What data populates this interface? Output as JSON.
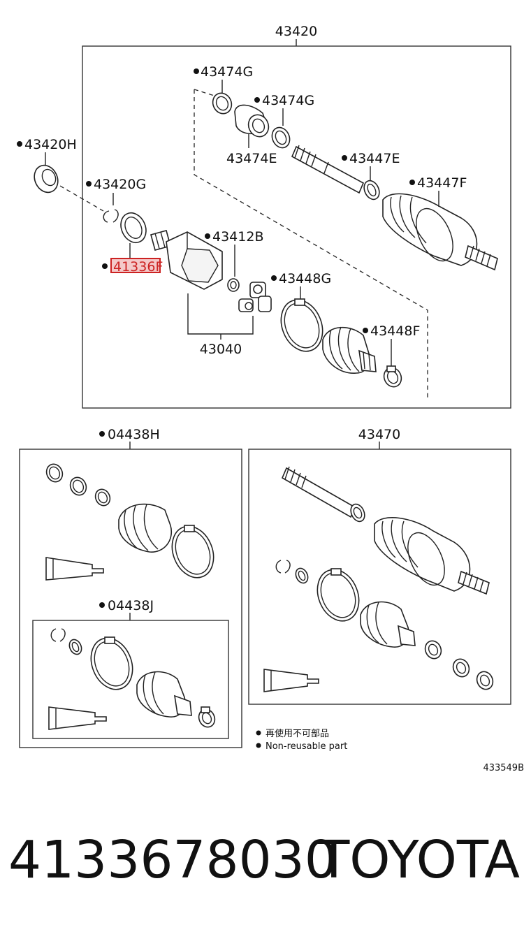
{
  "labels": {
    "assembly_top": "43420",
    "p43474g_a": "43474G",
    "p43474g_b": "43474G",
    "p43474e": "43474E",
    "p43420h": "43420H",
    "p43447e": "43447E",
    "p43447f": "43447F",
    "p43420g": "43420G",
    "p43412b": "43412B",
    "p41336f": "41336F",
    "p43448g": "43448G",
    "p43448f": "43448F",
    "p43040": "43040",
    "kit_04438h": "04438H",
    "kit_04438j": "04438J",
    "p43470": "43470"
  },
  "legend": {
    "line_cn": "再使用不可部品",
    "line_en": "Non-reusable part"
  },
  "diagram_code": "433549B",
  "footer": {
    "part_number": "4133678030",
    "brand": "TOYOTA"
  },
  "colors": {
    "highlight": "#cc2222",
    "highlight_fill": "#f4c9c9"
  }
}
